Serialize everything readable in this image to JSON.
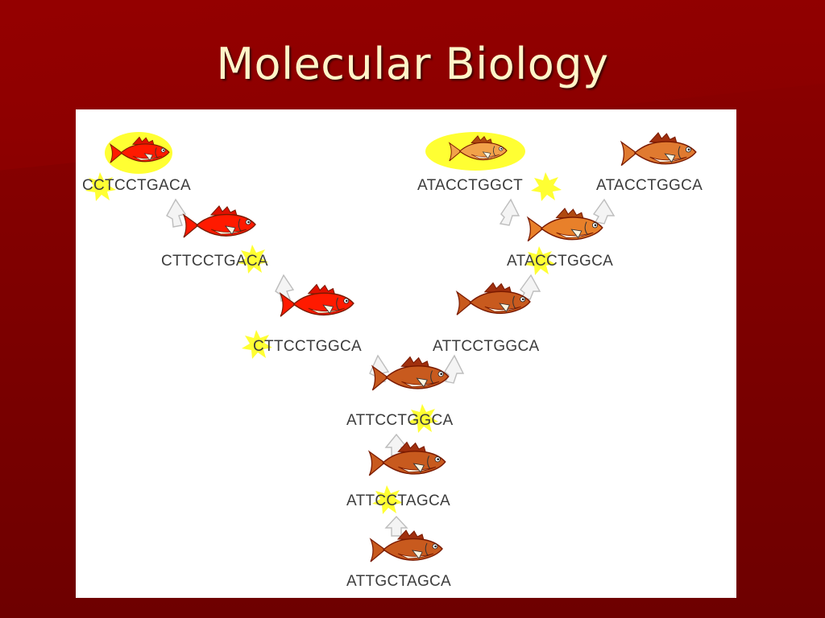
{
  "slide": {
    "title": "Molecular Biology"
  },
  "diagram": {
    "sequences": [
      {
        "id": "s1",
        "text": "ATTGCTAGCA",
        "fish": "brown"
      },
      {
        "id": "s2",
        "text": "ATTCCTAGCA",
        "fish": "brown",
        "mutation_index": 3
      },
      {
        "id": "s3",
        "text": "ATTCCTGGCA",
        "fish": "brown",
        "mutation_index": 6
      },
      {
        "id": "s4",
        "text": "CTTCCTGGCA",
        "fish": "red",
        "mutation_index": 0
      },
      {
        "id": "s5",
        "text": "ATTCCTGGCA",
        "fish": "brown"
      },
      {
        "id": "s6",
        "text": "CTTCCTGACA",
        "fish": "red",
        "mutation_index": 7
      },
      {
        "id": "s7",
        "text": "ATACCTGGCA",
        "fish": "orange",
        "mutation_index": 2
      },
      {
        "id": "s8",
        "text": "CCTCCTGACA",
        "fish": "red",
        "mutation_index": 1,
        "highlighted": true
      },
      {
        "id": "s9",
        "text": "ATACCTGGCT",
        "fish": "yellow-orange",
        "mutation_index": 9,
        "highlighted": true
      },
      {
        "id": "s10",
        "text": "ATACCTGGCA",
        "fish": "orange"
      }
    ],
    "colors": {
      "red_fish": "#ff1a00",
      "brown_fish": "#c85a1e",
      "orange_fish": "#e8802a",
      "highlight": "#ffff33"
    }
  }
}
